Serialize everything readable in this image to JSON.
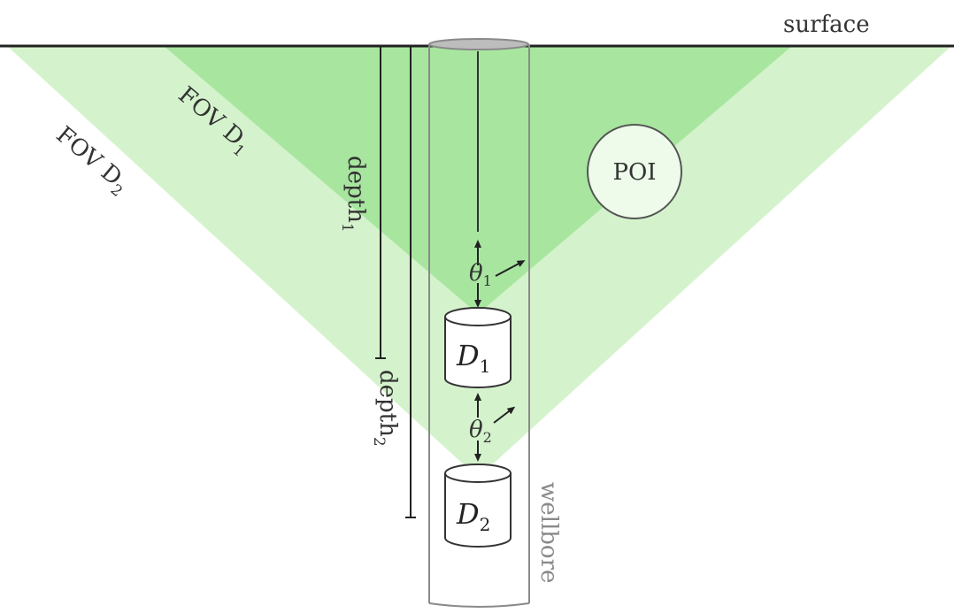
{
  "labels": {
    "surface": "surface",
    "fov_d1": "FOV D",
    "fov_d1_sub": "1",
    "fov_d2": "FOV D",
    "fov_d2_sub": "2",
    "depth1": "depth",
    "depth1_sub": "1",
    "depth2": "depth",
    "depth2_sub": "2",
    "poi": "POI",
    "d1": "D",
    "d1_sub": "1",
    "d2": "D",
    "d2_sub": "2",
    "theta1": "θ",
    "theta1_sub": "1",
    "theta2": "θ",
    "theta2_sub": "2",
    "wellbore": "wellbore"
  },
  "colors": {
    "fov_d2_fill": "#d4f3cc",
    "fov_d1_fill": "#a8e6a0",
    "line": "#222222",
    "wellbore": "#8a8a8a",
    "poi_fill": "#eefbea"
  }
}
